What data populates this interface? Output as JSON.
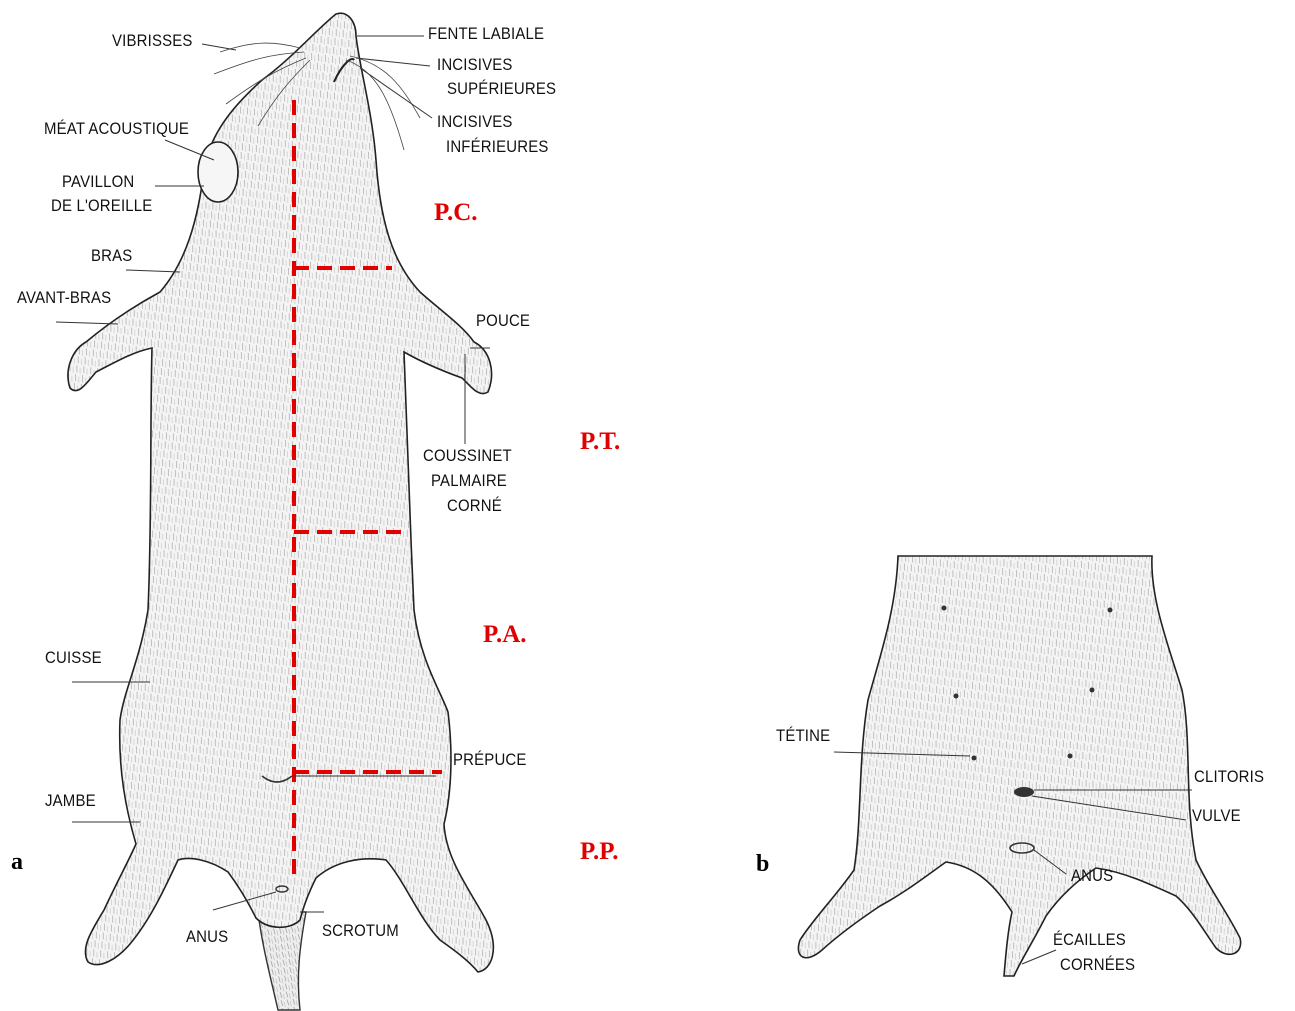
{
  "panel_a": {
    "letter": "a",
    "labels": {
      "vibrisses": "VIBRISSES",
      "meat_acoustique": "MÉAT ACOUSTIQUE",
      "pavillon_line1": "PAVILLON",
      "pavillon_line2": "DE L'OREILLE",
      "bras": "BRAS",
      "avant_bras": "AVANT-BRAS",
      "cuisse": "CUISSE",
      "jambe": "JAMBE",
      "anus": "ANUS",
      "fente_labiale": "FENTE LABIALE",
      "incisives_sup_line1": "INCISIVES",
      "incisives_sup_line2": "SUPÉRIEURES",
      "incisives_inf_line1": "INCISIVES",
      "incisives_inf_line2": "INFÉRIEURES",
      "pouce": "POUCE",
      "coussinet_line1": "COUSSINET",
      "coussinet_line2": "PALMAIRE",
      "coussinet_line3": "CORNÉ",
      "prepuce": "PRÉPUCE",
      "scrotum": "SCROTUM"
    },
    "regions": {
      "pc": "P.C.",
      "pt": "P.T.",
      "pa": "P.A.",
      "pp": "P.P."
    },
    "colors": {
      "region_text": "#e00000",
      "dashed_lines": "#e00000",
      "ink": "#111111"
    }
  },
  "panel_b": {
    "letter": "b",
    "labels": {
      "tetine": "TÉTINE",
      "clitoris": "CLITORIS",
      "vulve": "VULVE",
      "anus": "ANUS",
      "ecailles_line1": "ÉCAILLES",
      "ecailles_line2": "CORNÉES"
    }
  }
}
